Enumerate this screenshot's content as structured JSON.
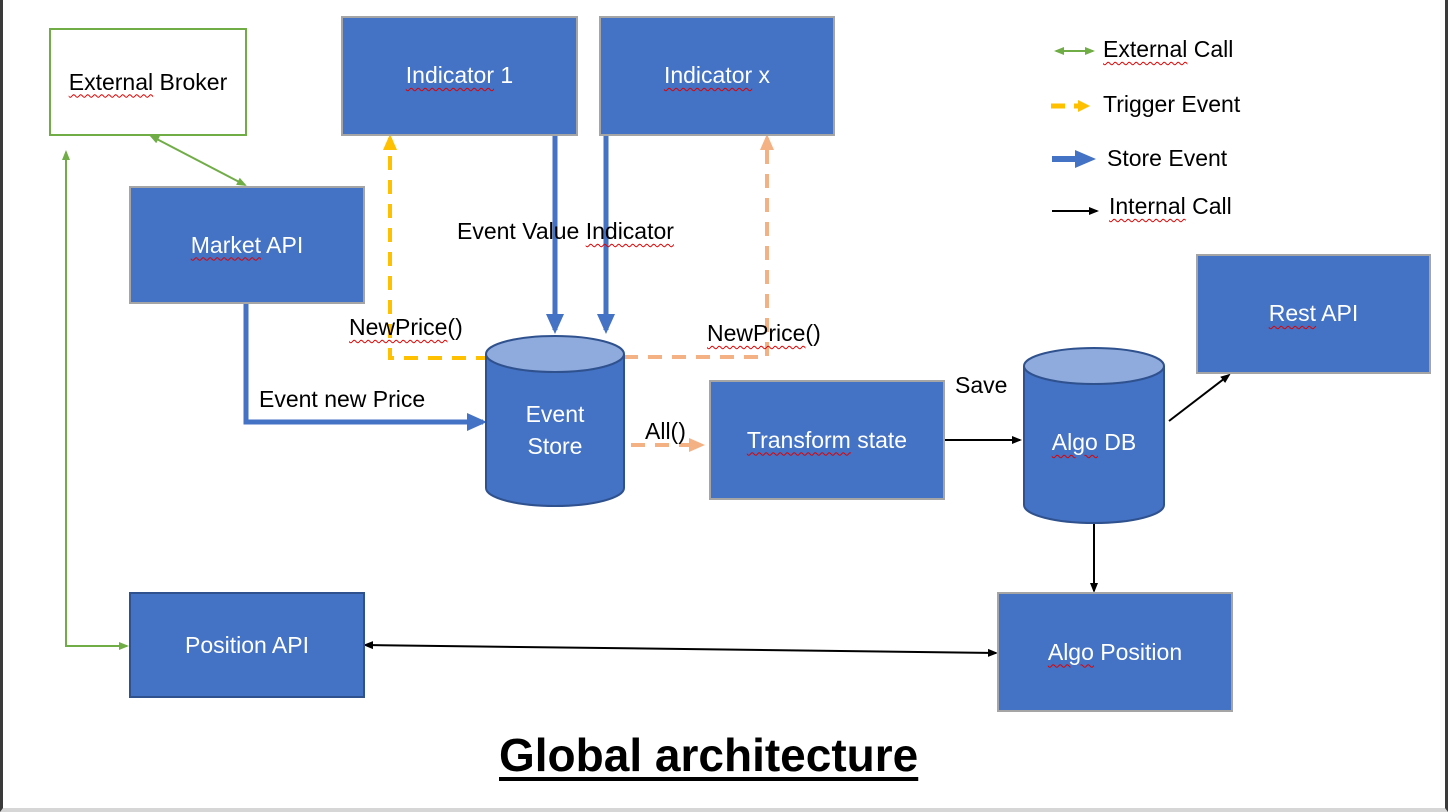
{
  "title": "Global architecture",
  "colors": {
    "box_fill": "#4472c4",
    "box_border": "#a5a5a5",
    "external_call": "#70ad47",
    "trigger_event": "#ffc000",
    "trigger_event_light": "#f4b183",
    "store_event": "#4472c4",
    "internal_call": "#000000",
    "cylinder_top": "#8faadc"
  },
  "legend": [
    {
      "icon": "double-arrow-green",
      "label_a": "External",
      "label_b": " Call"
    },
    {
      "icon": "dashed-arrow-orange",
      "label": "Trigger Event"
    },
    {
      "icon": "thick-arrow-blue",
      "label": "Store Event"
    },
    {
      "icon": "thin-arrow-black",
      "label_a": "Internal",
      "label_b": " Call"
    }
  ],
  "nodes": {
    "external_broker": {
      "label_a": "External",
      "label_b": " Broker"
    },
    "indicator_1": {
      "label_a": "Indicator",
      "label_b": " 1"
    },
    "indicator_x": {
      "label_a": "Indicator",
      "label_b": " x"
    },
    "market_api": {
      "label_a": "Market",
      "label_b": " API"
    },
    "event_store": {
      "line1": "Event",
      "line2": "Store"
    },
    "transform_state": {
      "label_a": "Transform",
      "label_b": " state"
    },
    "algo_db": {
      "label_a": "Algo",
      "label_b": " DB"
    },
    "rest_api": {
      "label_a": "Rest",
      "label_b": " API"
    },
    "position_api": {
      "label": "Position API"
    },
    "algo_position": {
      "label_a": "Algo",
      "label_b": " Position"
    }
  },
  "edge_labels": {
    "event_value_indicator_a": "Event Value ",
    "event_value_indicator_b": "Indicator",
    "newprice_left_a": "NewPrice",
    "newprice_left_b": "()",
    "newprice_right_a": "NewPrice",
    "newprice_right_b": "()",
    "event_new_price": "Event new Price",
    "all": "All()",
    "save": "Save"
  }
}
